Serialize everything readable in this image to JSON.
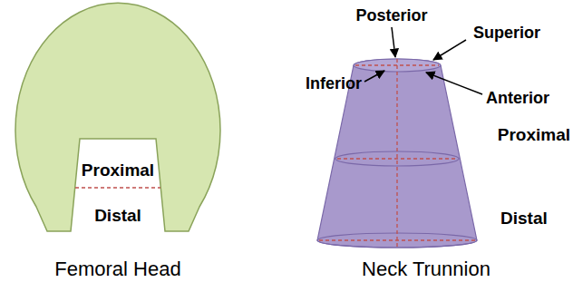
{
  "diagram": {
    "labels": [
      "Proximal",
      "Distal",
      "Femoral Head",
      "Posterior",
      "Superior",
      "Inferior",
      "Anterior",
      "Proximal",
      "Distal",
      "Neck Trunnion"
    ]
  }
}
